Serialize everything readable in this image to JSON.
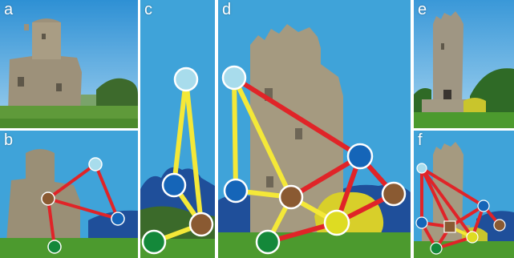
{
  "figure": {
    "panels": [
      {
        "id": "a",
        "label": "a",
        "content": "photo"
      },
      {
        "id": "b",
        "label": "b",
        "content": "segmented-with-graph"
      },
      {
        "id": "c",
        "label": "c",
        "content": "graph"
      },
      {
        "id": "d",
        "label": "d",
        "content": "segmented-with-graph"
      },
      {
        "id": "e",
        "label": "e",
        "content": "photo"
      },
      {
        "id": "f",
        "label": "f",
        "content": "segmented-with-graph"
      }
    ],
    "colors": {
      "sky": "#3fa3d9",
      "sky_light": "#8ecbef",
      "stone": "#a59a80",
      "stone_dark": "#6e6656",
      "grass": "#4c9a2e",
      "tree": "#2f5f2a",
      "segment_blue": "#1f4f9a",
      "edge_red": "#e02428",
      "edge_yellow": "#f4e838",
      "node_light_blue": "#a8dcec",
      "node_blue": "#1565b8",
      "node_brown": "#8a5a32",
      "node_green": "#14883a",
      "node_yellow": "#dedc22",
      "node_outline": "#ffffff"
    }
  }
}
